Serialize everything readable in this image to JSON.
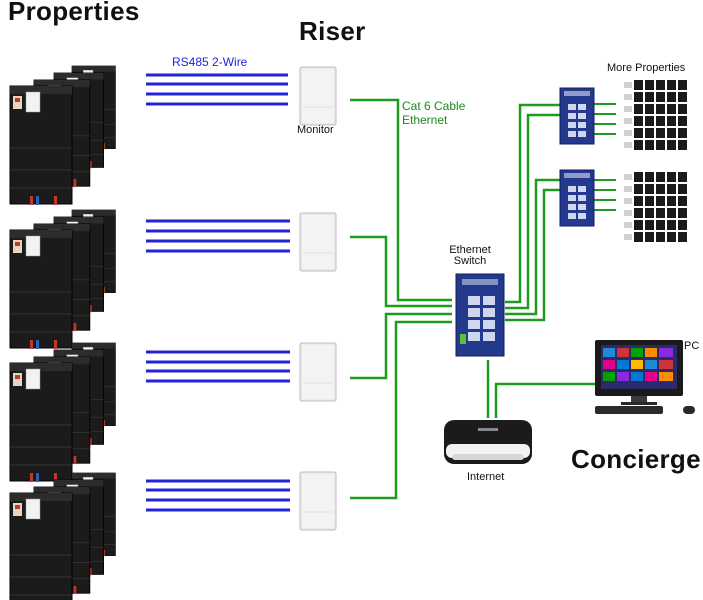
{
  "labels": {
    "properties": "Properties",
    "riser": "Riser",
    "rs485": "RS485 2-Wire",
    "monitor": "Monitor",
    "cat6_line1": "Cat 6 Cable",
    "cat6_line2": "Ethernet",
    "more_properties": "More Properties",
    "ethernet_switch_line1": "Ethernet",
    "ethernet_switch_line2": "Switch",
    "pc": "PC",
    "internet": "Internet",
    "concierge": "Concierge"
  },
  "colors": {
    "rs485_wire": "#2323d8",
    "ethernet_cable": "#1e9a1e",
    "unit_body": "#1c1c1c",
    "switch_body": "#233a8c",
    "monitor_box": "#e6e6e6"
  },
  "icons": [
    "meter-stack-icon",
    "monitor-enclosure-icon",
    "ethernet-switch-icon",
    "router-icon",
    "pc-icon",
    "meter-grid-icon"
  ]
}
